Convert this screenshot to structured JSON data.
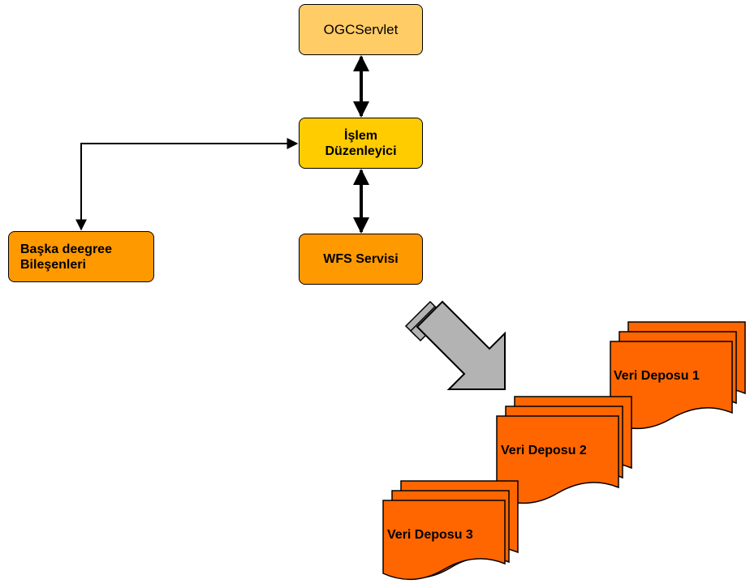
{
  "nodes": {
    "servlet": "OGCServlet",
    "manager": {
      "line1": "İşlem",
      "line2": "Düzenleyici"
    },
    "wfs": "WFS Servisi",
    "other": {
      "line1": "Başka deegree",
      "line2": "Bileşenleri"
    }
  },
  "stores": [
    "Veri Deposu 1",
    "Veri Deposu 2",
    "Veri Deposu 3"
  ],
  "colors": {
    "servlet_fill": "#ffcc66",
    "manager_fill": "#ffcc00",
    "service_fill": "#ff9900",
    "store_fill": "#ff6600",
    "arrow_fill": "#b3b3b3"
  }
}
